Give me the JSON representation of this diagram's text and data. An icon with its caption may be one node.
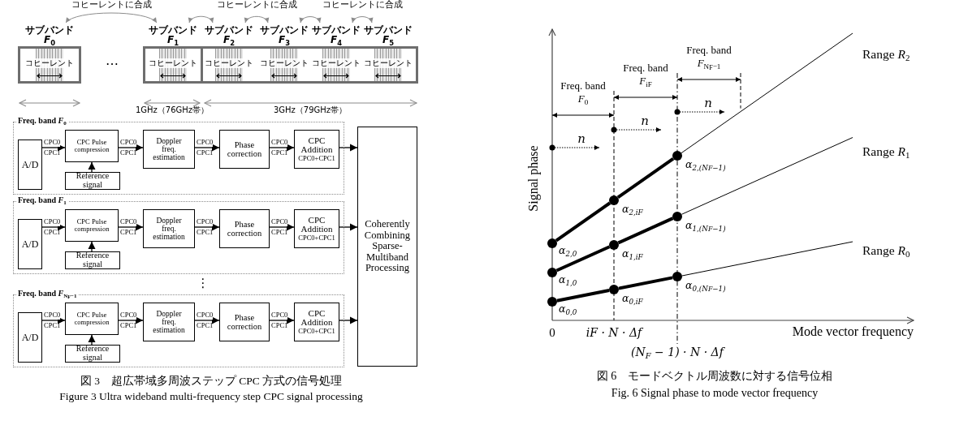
{
  "diagram": {
    "nodes": [
      {
        "text": [
          "サブバンド *F*$_{0}$",
          "コヒーレント"
        ]
      },
      {
        "text": [
          "サブバンド *F*$_{1}$",
          "コヒーレント"
        ]
      },
      {
        "text": [
          "サブバンド *F*$_{2}$",
          "コヒーレント"
        ]
      },
      {
        "text": [
          "サブバンド *F*$_{3}$",
          "コヒーレント"
        ]
      },
      {
        "text": [
          "サブバンド *F*$_{4}$",
          "コヒーレント"
        ]
      },
      {
        "text": [
          "サブバンド *F*$_{5}$",
          "コヒーレント"
        ]
      },
      {
        "text": [
          "Freq. band *F*$_{0}$"
        ]
      },
      {
        "text": [
          "A/D"
        ],
        "in": 6
      },
      {
        "text": [
          "CPC Pulse compression"
        ],
        "in": 6
      },
      {
        "text": [
          "Reference signal"
        ],
        "in": 6
      },
      {
        "text": [
          "Doppler freq. estimation"
        ],
        "in": 6
      },
      {
        "text": [
          "Phase correction"
        ],
        "in": 6
      },
      {
        "text": [
          "CPC Addition",
          "CPC0+CPC1"
        ],
        "in": 6
      },
      {
        "text": [
          "Freq. band *F*$_{1}$"
        ]
      },
      {
        "text": [
          "A/D"
        ],
        "in": 13
      },
      {
        "text": [
          "CPC Pulse compression"
        ],
        "in": 13
      },
      {
        "text": [
          "Reference signal"
        ],
        "in": 13
      },
      {
        "text": [
          "Doppler freq. estimation"
        ],
        "in": 13
      },
      {
        "text": [
          "Phase correction"
        ],
        "in": 13
      },
      {
        "text": [
          "CPC Addition",
          "CPC0+CPC1"
        ],
        "in": 13
      },
      {
        "text": [
          "Freq. band *F*$_{N}$$_{F}$$_{−1}$"
        ]
      },
      {
        "text": [
          "A/D"
        ],
        "in": 20
      },
      {
        "text": [
          "CPC Pulse compression"
        ],
        "in": 20
      },
      {
        "text": [
          "Reference signal"
        ],
        "in": 20
      },
      {
        "text": [
          "Doppler freq. estimation"
        ],
        "in": 20
      },
      {
        "text": [
          "Phase correction"
        ],
        "in": 20
      },
      {
        "text": [
          "CPC Addition",
          "CPC0+CPC1"
        ],
        "in": 20
      },
      {
        "text": [
          "Coherently Combining Sparse-Multiband Processing"
        ]
      },
      {
        "text": [],
        "shape": "circle",
        "beside": [
          "α$_{0,0}$"
        ]
      },
      {
        "text": [],
        "shape": "circle",
        "beside": [
          "α$_{0,iF}$"
        ]
      },
      {
        "text": [],
        "shape": "circle",
        "beside": [
          "α$_{0,(N}$$_{F}$$_{−1)}$"
        ]
      },
      {
        "text": [],
        "shape": "circle",
        "beside": [
          "α$_{1,0}$"
        ]
      },
      {
        "text": [],
        "shape": "circle",
        "beside": [
          "α$_{1,iF}$"
        ]
      },
      {
        "text": [],
        "shape": "circle",
        "beside": [
          "α$_{1,(N}$$_{F}$$_{−1)}$"
        ]
      },
      {
        "text": [],
        "shape": "circle",
        "beside": [
          "α$_{2,0}$"
        ]
      },
      {
        "text": [],
        "shape": "circle",
        "beside": [
          "α$_{2,iF}$"
        ]
      },
      {
        "text": [],
        "shape": "circle",
        "beside": [
          "α$_{2,(N}$$_{F}$$_{−1)}$"
        ]
      }
    ],
    "edges": [
      {
        "from": 0,
        "to": 1,
        "arrow": "both",
        "label": "コヒーレントに合成",
        "color": "#8c8c8c"
      },
      {
        "from": 1,
        "to": 2,
        "arrow": "both",
        "color": "#8c8c8c"
      },
      {
        "from": 2,
        "to": 3,
        "arrow": "both",
        "label": "コヒーレントに合成",
        "color": "#8c8c8c"
      },
      {
        "from": 3,
        "to": 4,
        "arrow": "both",
        "color": "#8c8c8c"
      },
      {
        "from": 4,
        "to": 5,
        "arrow": "both",
        "label": "コヒーレントに合成",
        "color": "#8c8c8c"
      },
      {
        "from": 7,
        "to": 8,
        "arrow": "to",
        "label": "CPC0"
      },
      {
        "from": 9,
        "to": 8,
        "arrow": "to"
      },
      {
        "from": 8,
        "to": 10,
        "arrow": "to",
        "label": "CPC0"
      },
      {
        "from": 10,
        "to": 11,
        "arrow": "to",
        "label": "CPC0"
      },
      {
        "from": 11,
        "to": 12,
        "arrow": "to",
        "label": "CPC0"
      },
      {
        "from": 12,
        "to": 27,
        "arrow": "to"
      },
      {
        "from": 14,
        "to": 15,
        "arrow": "to",
        "label": "CPC0"
      },
      {
        "from": 16,
        "to": 15,
        "arrow": "to"
      },
      {
        "from": 15,
        "to": 17,
        "arrow": "to",
        "label": "CPC0"
      },
      {
        "from": 17,
        "to": 18,
        "arrow": "to",
        "label": "CPC0"
      },
      {
        "from": 18,
        "to": 19,
        "arrow": "to",
        "label": "CPC0"
      },
      {
        "from": 19,
        "to": 27,
        "arrow": "to"
      },
      {
        "from": 21,
        "to": 22,
        "arrow": "to",
        "label": "CPC0"
      },
      {
        "from": 23,
        "to": 22,
        "arrow": "to"
      },
      {
        "from": 22,
        "to": 24,
        "arrow": "to",
        "label": "CPC0"
      },
      {
        "from": 24,
        "to": 25,
        "arrow": "to",
        "label": "CPC0"
      },
      {
        "from": 25,
        "to": 26,
        "arrow": "to",
        "label": "CPC0"
      },
      {
        "from": 26,
        "to": 27,
        "arrow": "to"
      },
      {
        "from": 28,
        "to": 29,
        "arrow": "none",
        "style": "thick"
      },
      {
        "from": 29,
        "to": 30,
        "arrow": "none",
        "style": "thick"
      },
      {
        "from": 30,
        "to": null,
        "arrow": "none"
      },
      {
        "from": 31,
        "to": 32,
        "arrow": "none",
        "style": "thick"
      },
      {
        "from": 32,
        "to": 33,
        "arrow": "none",
        "style": "thick"
      },
      {
        "from": 33,
        "to": null,
        "arrow": "none"
      },
      {
        "from": 34,
        "to": 35,
        "arrow": "none",
        "style": "thick"
      },
      {
        "from": 35,
        "to": 36,
        "arrow": "none",
        "style": "thick"
      },
      {
        "from": 36,
        "to": null,
        "arrow": "none"
      }
    ],
    "labels": [
      "…",
      "1GHz（76GHz帯）",
      "3GHz（79GHz帯）",
      "CPC1",
      "CPC1",
      "CPC1",
      "CPC1",
      "CPC1",
      "CPC1",
      "CPC1",
      "CPC1",
      "⋮",
      "CPC1",
      "CPC1",
      "CPC1",
      "CPC1",
      "図 3　超広帯域多周波ステップ CPC 方式の信号処理",
      "Figure 3 Ultra wideband multi-frequency step CPC signal processing",
      "Freq. band *F*$_{N}$$_{F}$$_{−1}$",
      "Range *R*$_{2}$",
      "Freq. band *F*$_{iF}$",
      "Freq. band *F*$_{0}$",
      "n",
      "n",
      "n",
      "Range *R*$_{1}$",
      "Signal phase",
      "Range *R*$_{0}$",
      "0",
      "iF · N · Δf",
      "Mode vector frequency",
      "(N$_{F}$ − 1) · N · Δf",
      "図 6　モードベクトル周波数に対する信号位相",
      "Fig. 6 Signal phase to mode vector frequency"
    ]
  }
}
